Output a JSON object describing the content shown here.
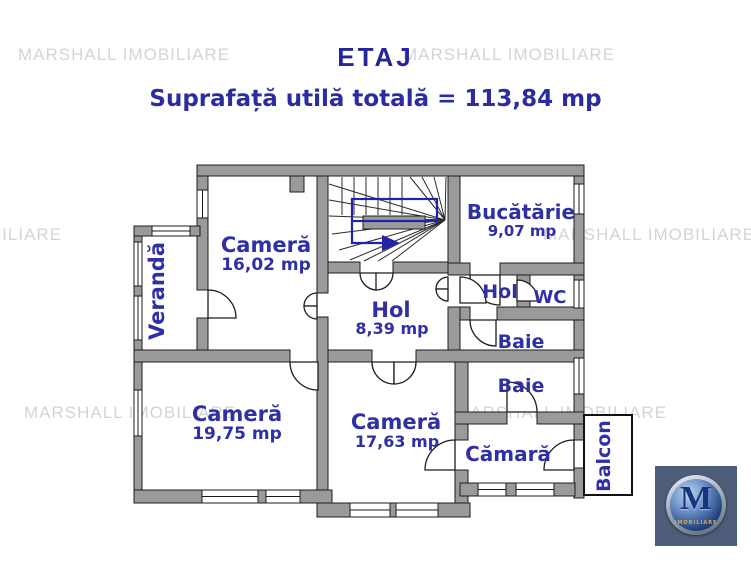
{
  "header": {
    "title": "ETAJ",
    "subtitle": "Suprafață utilă totală = 113,84 mp"
  },
  "watermark": {
    "text": "MARSHALL IMOBILIARE"
  },
  "rooms": {
    "camera_top": {
      "name": "Cameră",
      "area": "16,02 mp"
    },
    "bucatarie": {
      "name": "Bucătărie",
      "area": "9,07 mp"
    },
    "veranda": {
      "name": "Verandă"
    },
    "hol": {
      "name": "Hol",
      "area": "8,39 mp"
    },
    "hol_mic": {
      "name": "Hol"
    },
    "wc": {
      "name": "WC"
    },
    "baie_sus": {
      "name": "Baie"
    },
    "baie_jos": {
      "name": "Baie"
    },
    "camera_stanga": {
      "name": "Cameră",
      "area": "19,75 mp"
    },
    "camera_centru": {
      "name": "Cameră",
      "area": "17,63 mp"
    },
    "camara": {
      "name": "Cămară"
    },
    "balcon": {
      "name": "Balcon"
    }
  },
  "logo": {
    "letter": "M",
    "caption": "IMOBILIARE"
  },
  "colors": {
    "label_blue": "#3030a6",
    "title_blue": "#24249c",
    "wall_gray": "#9a9a9a",
    "watermark_gray": "#d4d4d4",
    "route_blue": "#2323a8",
    "logo_bg": "#4e5d7a"
  }
}
